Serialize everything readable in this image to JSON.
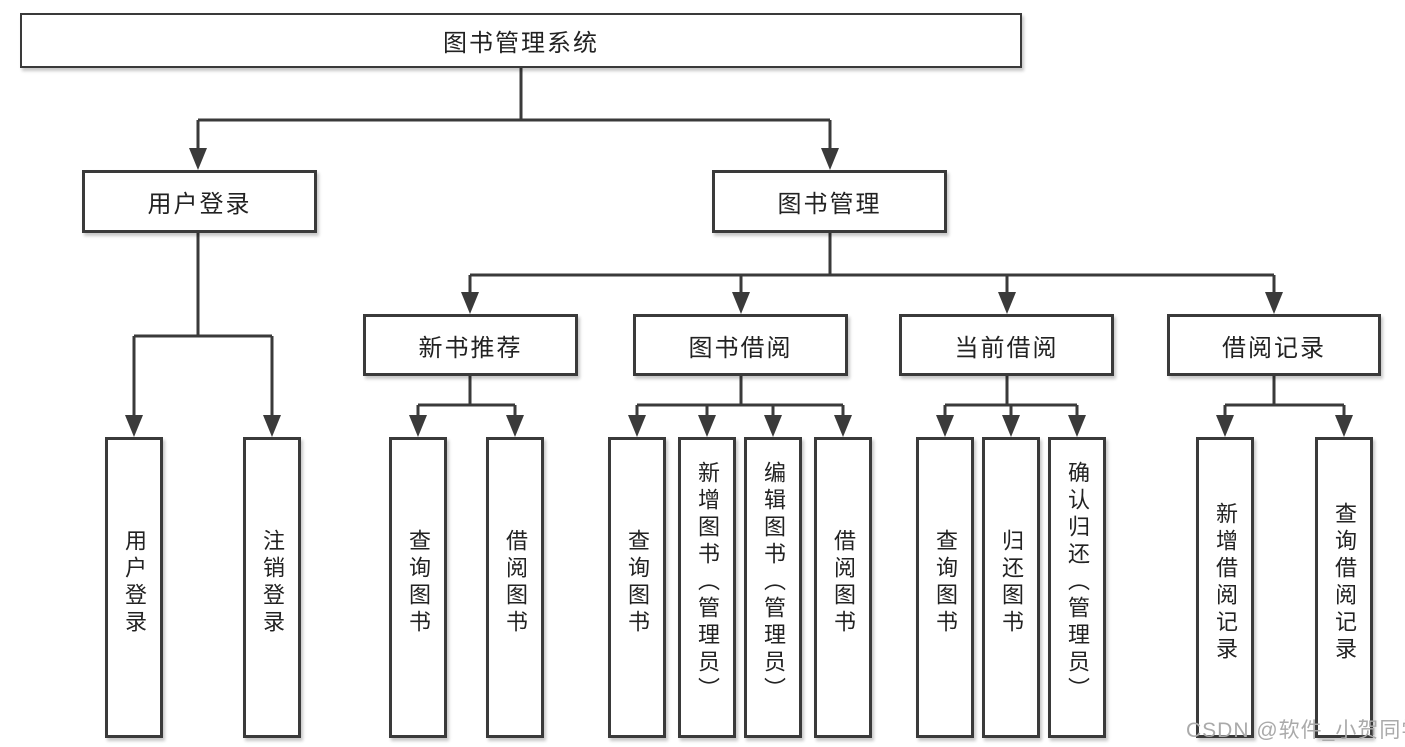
{
  "diagram_title": "图书管理系统",
  "nodes": {
    "root": "图书管理系统",
    "user_login": "用户登录",
    "book_mgmt": "图书管理",
    "new_book": "新书推荐",
    "book_borrow": "图书借阅",
    "current_borrow": "当前借阅",
    "borrow_record": "借阅记录",
    "ul_login": "用户登录",
    "ul_logout": "注销登录",
    "nb_query": "查询图书",
    "nb_borrow": "借阅图书",
    "bb_query": "查询图书",
    "bb_add": "新增图书（管理员）",
    "bb_edit": "编辑图书（管理员）",
    "bb_borrow": "借阅图书",
    "cb_query": "查询图书",
    "cb_return": "归还图书",
    "cb_confirm": "确认归还（管理员）",
    "br_add": "新增借阅记录",
    "br_query": "查询借阅记录"
  },
  "watermark": "CSDN @软件_小贺同学",
  "colors": {
    "line": "#3a3a3a",
    "text": "#222222",
    "box_bg": "#ffffff",
    "watermark": "#aaaaaa"
  }
}
